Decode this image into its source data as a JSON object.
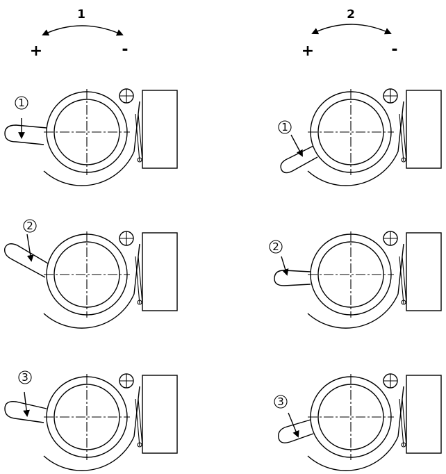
{
  "columns": [
    {
      "label": "1",
      "plus": "+",
      "minus": "-"
    },
    {
      "label": "2",
      "plus": "+",
      "minus": "-"
    }
  ],
  "steps": [
    "1",
    "2",
    "3"
  ]
}
